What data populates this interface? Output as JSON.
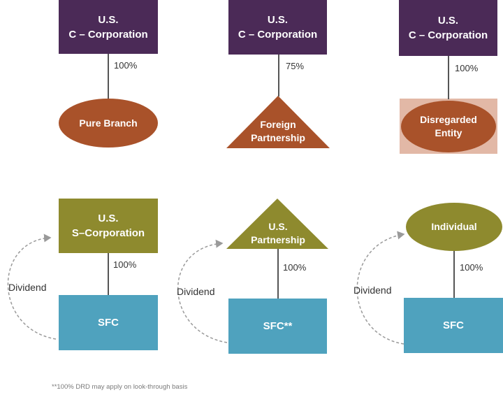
{
  "top_row": {
    "col1": {
      "parent": "U.S.\nC – Corporation",
      "ownership": "100%",
      "child": "Pure Branch"
    },
    "col2": {
      "parent": "U.S.\nC – Corporation",
      "ownership": "75%",
      "child": "Foreign\nPartnership"
    },
    "col3": {
      "parent": "U.S.\nC – Corporation",
      "ownership": "100%",
      "child": "Disregarded\nEntity"
    }
  },
  "bottom_row": {
    "col1": {
      "parent": "U.S.\nS–Corporation",
      "ownership": "100%",
      "child": "SFC",
      "flow": "Dividend"
    },
    "col2": {
      "parent": "U.S.\nPartnership",
      "ownership": "100%",
      "child": "SFC**",
      "flow": "Dividend"
    },
    "col3": {
      "parent": "Individual",
      "ownership": "100%",
      "child": "SFC",
      "flow": "Dividend"
    }
  },
  "footnote": "**100% DRD may apply on look-through basis",
  "colors": {
    "purple": "#4b2a57",
    "rust": "#a9522a",
    "olive": "#8e8a2e",
    "teal": "#4fa2be",
    "pink_bg": "#e2b8a6",
    "line": "#555555",
    "dashed": "#9a9a9a"
  }
}
